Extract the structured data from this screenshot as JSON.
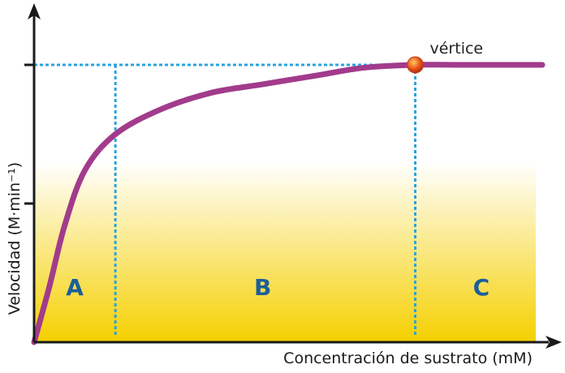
{
  "chart_data": {
    "type": "line",
    "title": "",
    "xlabel": "Concentración de sustrato (mM)",
    "ylabel": "Velocidad (M·min⁻¹)",
    "xlim": [
      0,
      100
    ],
    "ylim": [
      0,
      100
    ],
    "grid": false,
    "y_ticks": [
      50,
      100
    ],
    "series": [
      {
        "color": "#a23b8c",
        "x": [
          0,
          3,
          6,
          10,
          16,
          25,
          35,
          45,
          55,
          65,
          75,
          85,
          100
        ],
        "y": [
          0,
          20,
          42,
          62,
          75,
          84,
          90,
          93,
          96,
          99,
          100,
          100,
          100
        ]
      }
    ],
    "reference_lines": {
      "color": "#2aa3dc",
      "y_max": 100,
      "x_positions": [
        16,
        75
      ]
    },
    "regions": [
      {
        "label": "A",
        "x_center": 8
      },
      {
        "label": "B",
        "x_center": 45
      },
      {
        "label": "C",
        "x_center": 88
      }
    ],
    "annotations": [
      {
        "text": "vértice",
        "x": 75,
        "y": 100,
        "marker_color": "#e8541c"
      }
    ],
    "background_gradient": {
      "top": "#ffffff",
      "bottom": "#f5d000"
    }
  }
}
